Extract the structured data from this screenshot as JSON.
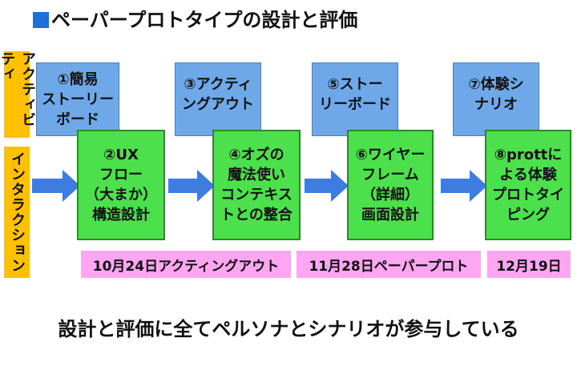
{
  "title": "ペーパープロトタイプの設計と評価",
  "lanes": {
    "top": "アクティビティ",
    "bottom": "インタラクション"
  },
  "activity_boxes": [
    "①簡易\nストーリー\nボード",
    "③アクティ\nングアウト",
    "⑤ストー\nリーボード",
    "⑦体験シ\nナリオ"
  ],
  "interaction_boxes": [
    "②UX\nフロー\n（大まか）\n構造設計",
    "④オズの\n魔法使い\nコンテキス\nトとの整合",
    "⑥ワイヤー\nフレーム\n（詳細）\n画面設計",
    "⑧prottに\nよる体験\nプロトタイ\nピング"
  ],
  "dates": [
    "10月24日アクティングアウト",
    "11月28日ペーパープロト",
    "12月19日"
  ],
  "footer": "設計と評価に全てペルソナとシナリオが参与している",
  "colors": {
    "title_square": "#1f6fd8",
    "lane_label": "#ffc000",
    "activity_box": "#6fa8e8",
    "interaction_box": "#4ce04c",
    "arrow": "#3d7de0",
    "date_label": "#ffa6f2"
  }
}
